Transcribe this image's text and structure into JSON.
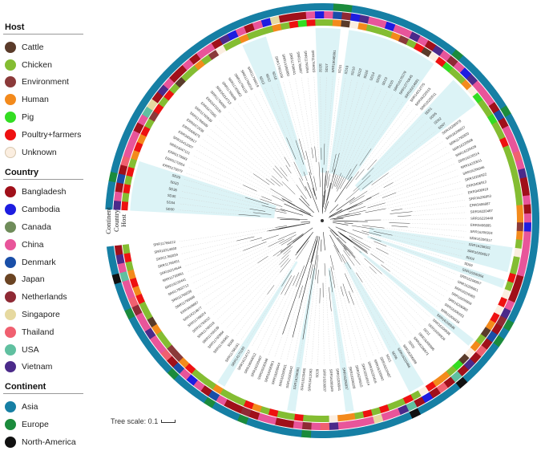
{
  "legend": {
    "host": {
      "title": "Host",
      "items": [
        {
          "label": "Cattle",
          "color": "#5a3b2a"
        },
        {
          "label": "Chicken",
          "color": "#84bd32"
        },
        {
          "label": "Environment",
          "color": "#8b3a3a"
        },
        {
          "label": "Human",
          "color": "#f38a1c"
        },
        {
          "label": "Pig",
          "color": "#33dd22"
        },
        {
          "label": "Poultry+farmers",
          "color": "#ee1111"
        },
        {
          "label": "Unknown",
          "color": "#fbeee0"
        }
      ]
    },
    "country": {
      "title": "Country",
      "items": [
        {
          "label": "Bangladesh",
          "color": "#a0101a"
        },
        {
          "label": "Cambodia",
          "color": "#1d1de0"
        },
        {
          "label": "Canada",
          "color": "#6f8c5a"
        },
        {
          "label": "China",
          "color": "#e8559a"
        },
        {
          "label": "Denmark",
          "color": "#1a4fa8"
        },
        {
          "label": "Japan",
          "color": "#6b4423"
        },
        {
          "label": "Netherlands",
          "color": "#8f2a35"
        },
        {
          "label": "Singapore",
          "color": "#e6d9a0"
        },
        {
          "label": "Thailand",
          "color": "#f06070"
        },
        {
          "label": "USA",
          "color": "#60c0a0"
        },
        {
          "label": "Vietnam",
          "color": "#4b2a8a"
        }
      ]
    },
    "continent": {
      "title": "Continent",
      "items": [
        {
          "label": "Asia",
          "color": "#167fa4"
        },
        {
          "label": "Europe",
          "color": "#1b8b3c"
        },
        {
          "label": "North-America",
          "color": "#111111"
        }
      ]
    }
  },
  "ring_labels": {
    "continent": "Continent",
    "country": "Country",
    "host": "Host"
  },
  "scale": {
    "label": "Tree scale: 0.1"
  },
  "tips": [
    "SD30",
    "SD34",
    "SD35",
    "SD36",
    "SD33",
    "SD29",
    "ERR5170079",
    "ERR5170054",
    "ERR5170083",
    "SRR23047101",
    "SRR15412007",
    "ERR3406917",
    "ERR3406875",
    "ERR3472038",
    "SRR11766009",
    "SRR11765939",
    "ERR3472081",
    "ERR3472030",
    "SRR11766083",
    "SRR16214713",
    "SRR11766086",
    "SRR11765862",
    "SRR11766120",
    "SRR11766016",
    "SRR11766019",
    "SD13",
    "SD12",
    "SD18",
    "SRR17491198",
    "SRR14186080",
    "SRR11766041",
    "SRR11766067",
    "SRR11766054",
    "SRR11766023",
    "SD32",
    "SD17",
    "SRR19046991",
    "SD31",
    "SD19",
    "SD10",
    "SD22",
    "SD26",
    "SD14",
    "SD03",
    "SD23",
    "SD15",
    "SRR16170279",
    "SRR12770645",
    "SRR16214691",
    "SRR14212775",
    "SRR16220515",
    "SRR16220511",
    "SD01",
    "SD05",
    "SD02",
    "SD07",
    "SRR16206978",
    "SRR16206927",
    "SRR11765820",
    "SRR16220508",
    "SRR16220428",
    "SRR16220514",
    "SRR14220611",
    "SRR16206946",
    "SRR16206922",
    "ERR3406912",
    "ERR3406910",
    "SRR16206953",
    "ERR3406887",
    "SRR16220467",
    "SRR16220448",
    "ERR3406895",
    "SRR16206924",
    "SRR16206917",
    "SRR16206911",
    "SRR16206917",
    "SD04",
    "SD09",
    "SRR16206956",
    "SRR16206957",
    "SRR16206951",
    "SRR16206965",
    "SRR16206959",
    "SRR16206960",
    "SRR16206933",
    "SRR16206934",
    "SRR16206936",
    "SRR16206938",
    "SRR16206926",
    "SD11",
    "SRR16206986",
    "SRR16206971",
    "SD20",
    "SRR16206989",
    "SRR16220486",
    "SD06",
    "SD21",
    "SRR16220487",
    "SRR16206992",
    "SRR16220416",
    "SRR16206914",
    "SRR16206915",
    "SRR16206929",
    "SRR16206937",
    "SRR16206941",
    "SRR16206949",
    "SRR16206937",
    "SD28",
    "SRR15412063",
    "SRR16220455",
    "SRR16206981",
    "SRR16206942",
    "SRR16206931",
    "SRR16206944",
    "SRR16206921",
    "SRR16206948",
    "SRR16220497",
    "SRR19044012",
    "SRR16214717",
    "SRR14175193",
    "SRR11766161",
    "SD08",
    "SRR11765991",
    "SRR11765984",
    "SRR11766039",
    "SRR11766018",
    "SRR11766012",
    "SRR11766024",
    "SRR16214677",
    "ERR3406897",
    "SRR11765996",
    "SRR11766036",
    "SRR17902712",
    "SRR16220441",
    "SRR11765951",
    "SRR16214644",
    "SRR11766051",
    "SRR11766034",
    "SRR16214660",
    "SRR11766012"
  ]
}
